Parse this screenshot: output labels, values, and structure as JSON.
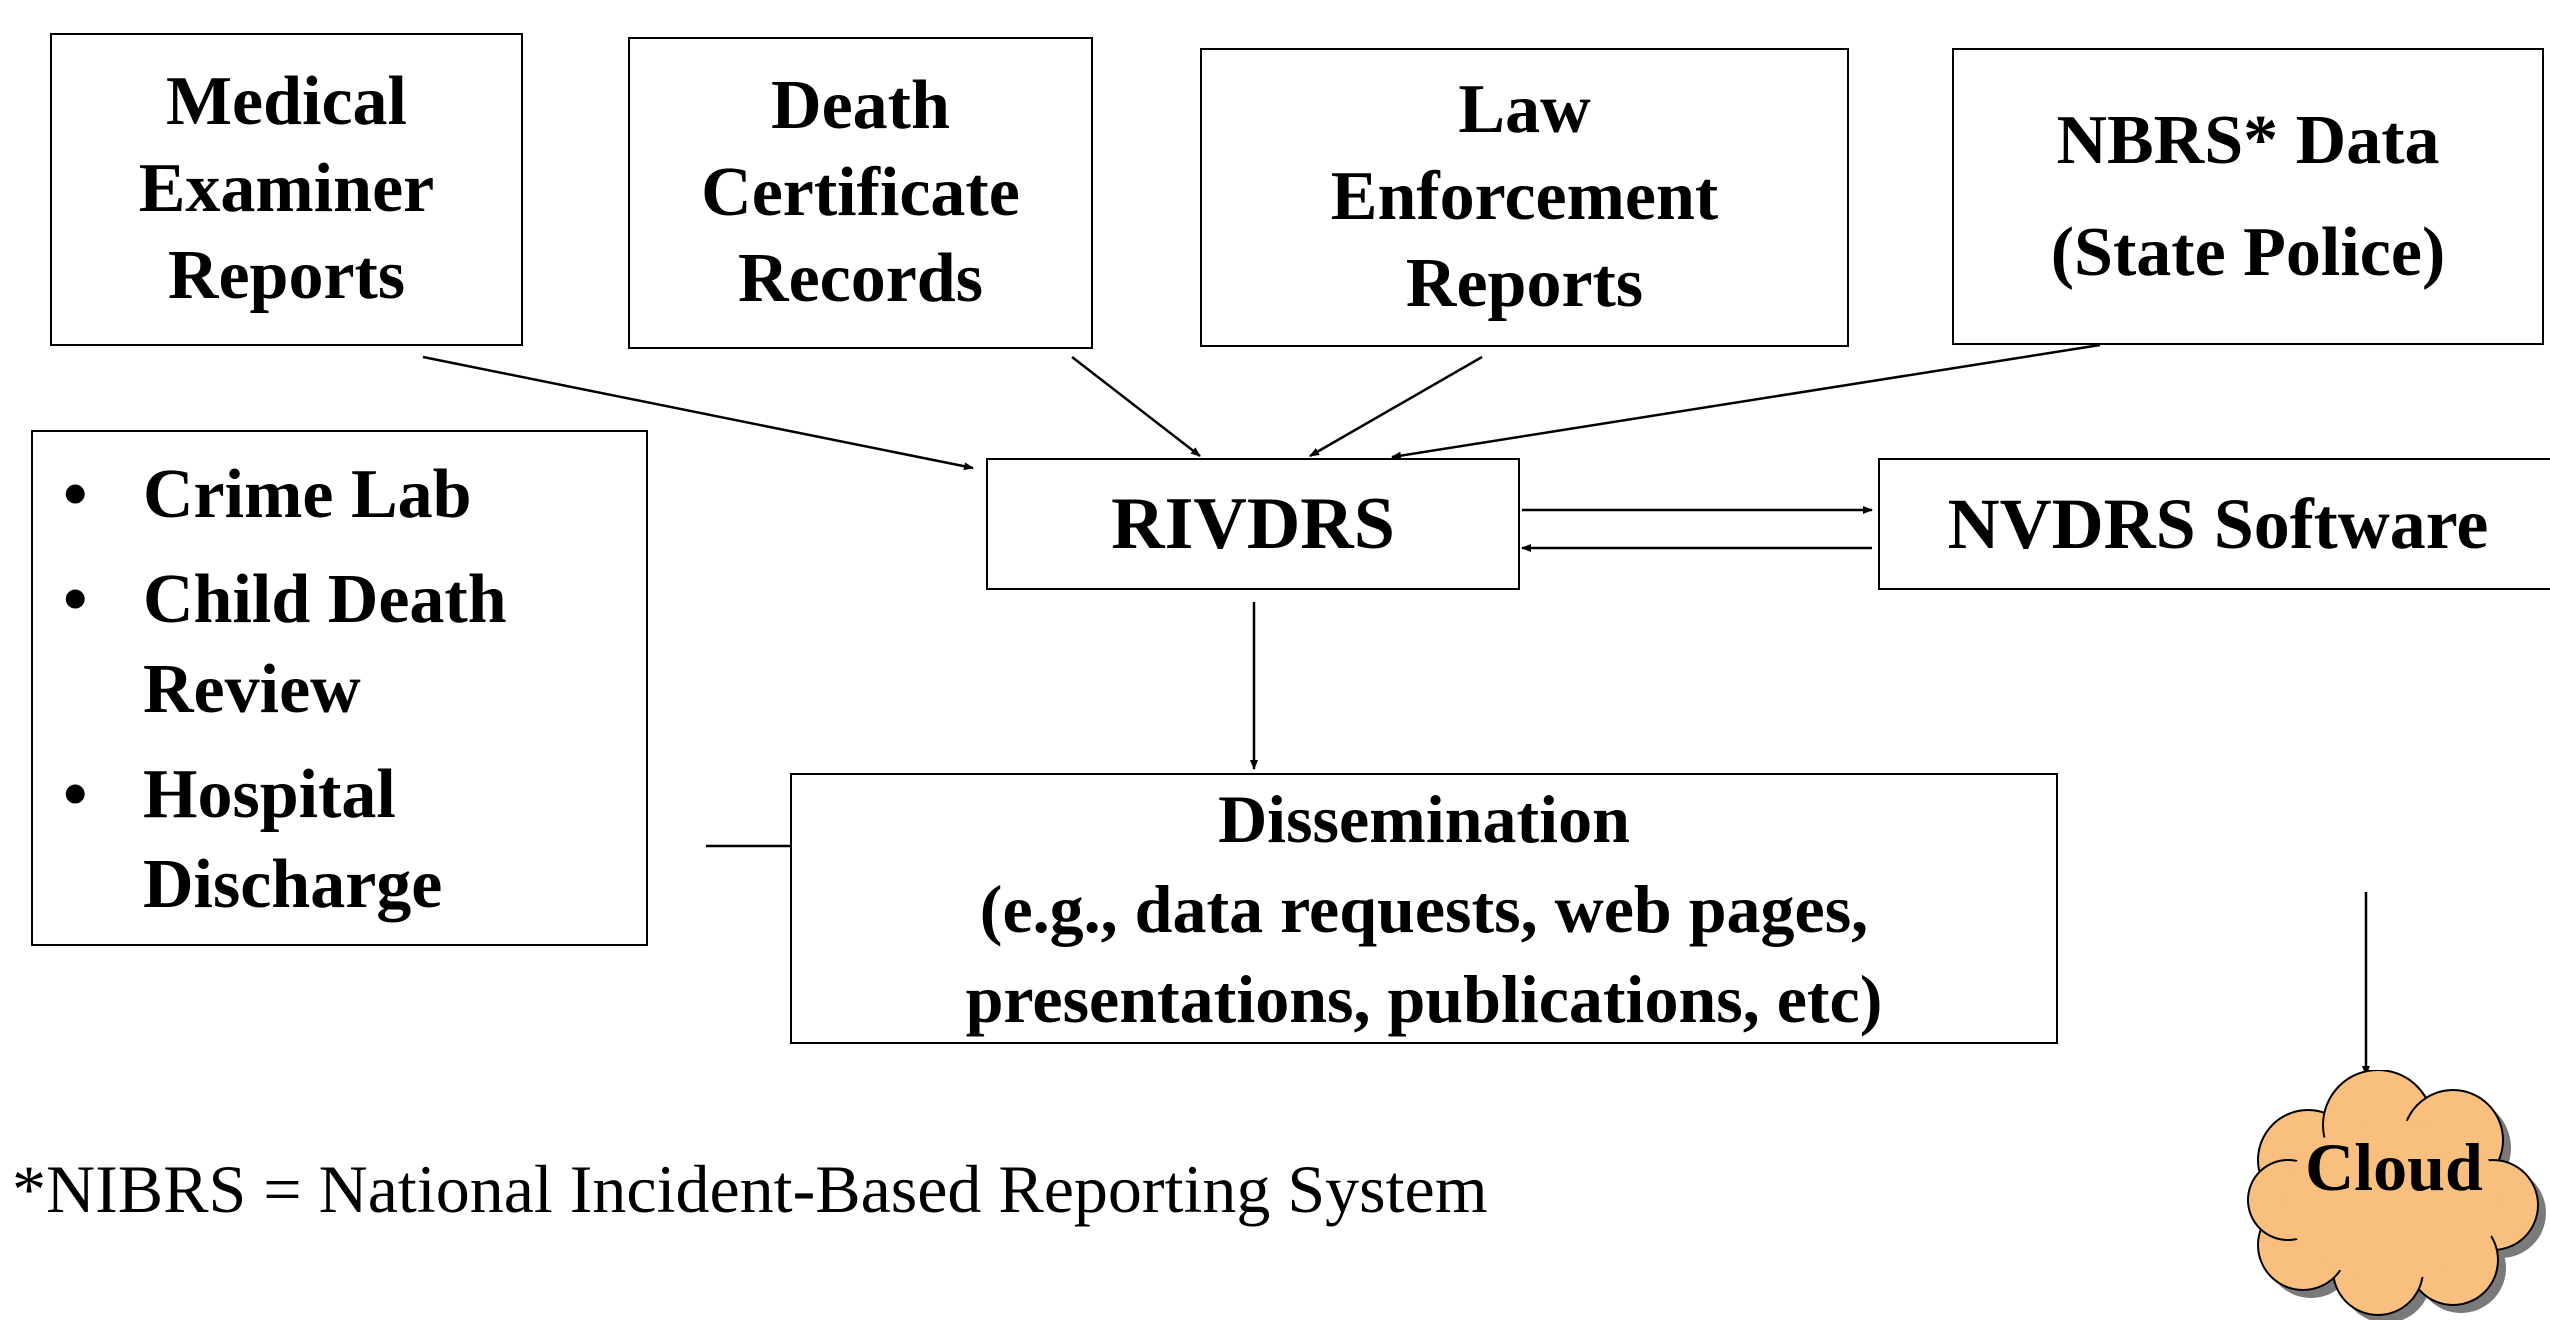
{
  "sources": {
    "medical_examiner": [
      "Medical",
      "Examiner",
      "Reports"
    ],
    "death_certificate": [
      "Death",
      "Certificate",
      "Records"
    ],
    "law_enforcement": [
      "Law",
      "Enforcement",
      "Reports"
    ],
    "nbrs": [
      "NBRS* Data",
      "(State Police)"
    ]
  },
  "other_sources": {
    "bullet": "•",
    "items": [
      "Crime Lab",
      "Child Death Review",
      "Hospital Discharge"
    ]
  },
  "rivdrs_label": "RIVDRS",
  "nvdrs_label": "NVDRS Software",
  "dissemination": {
    "title": "Dissemination",
    "line2": "(e.g., data requests, web pages,",
    "line3": "presentations, publications, etc)"
  },
  "cloud_label": "Cloud",
  "footnote": "*NIBRS = National Incident-Based Reporting System",
  "colors": {
    "cloud_fill": "#f9bf7e",
    "cloud_shadow": "#7a7a7a",
    "line": "#000000"
  }
}
